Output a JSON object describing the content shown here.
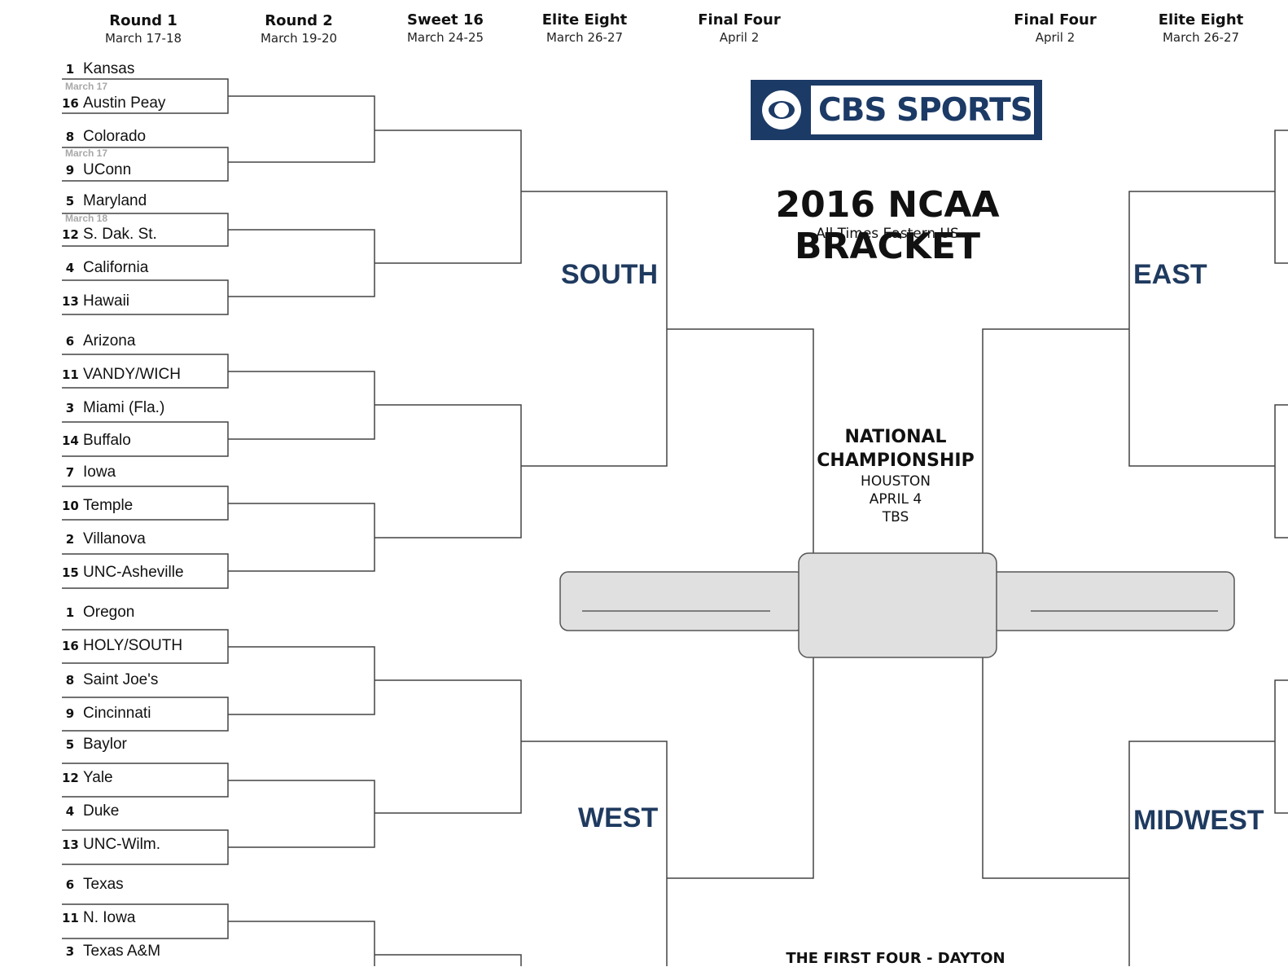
{
  "left_headers": [
    {
      "round": "Round 1",
      "dates": "March 17-18"
    },
    {
      "round": "Round 2",
      "dates": "March 19-20"
    },
    {
      "round": "Sweet 16",
      "dates": "March 24-25"
    },
    {
      "round": "Elite Eight",
      "dates": "March 26-27"
    },
    {
      "round": "Final Four",
      "dates": "April 2"
    }
  ],
  "right_headers": [
    {
      "round": "Final Four",
      "dates": "April 2"
    },
    {
      "round": "Elite Eight",
      "dates": "March 26-27"
    }
  ],
  "brand": {
    "logo_text": "CBS SPORTS"
  },
  "title": "2016 NCAA BRACKET",
  "subtitle": "All Times Eastern US",
  "championship": {
    "line1": "NATIONAL",
    "line2": "CHAMPIONSHIP",
    "city": "HOUSTON",
    "date": "APRIL 4",
    "network": "TBS"
  },
  "regions": {
    "south": "SOUTH",
    "east": "EAST",
    "west": "WEST",
    "midwest": "MIDWEST"
  },
  "date_notes": [
    "March 17",
    "March 17",
    "March 18"
  ],
  "teams": [
    {
      "seed": "1",
      "name": "Kansas"
    },
    {
      "seed": "16",
      "name": "Austin Peay"
    },
    {
      "seed": "8",
      "name": "Colorado"
    },
    {
      "seed": "9",
      "name": "UConn"
    },
    {
      "seed": "5",
      "name": "Maryland"
    },
    {
      "seed": "12",
      "name": "S. Dak. St."
    },
    {
      "seed": "4",
      "name": "California"
    },
    {
      "seed": "13",
      "name": "Hawaii"
    },
    {
      "seed": "6",
      "name": "Arizona"
    },
    {
      "seed": "11",
      "name": "VANDY/WICH"
    },
    {
      "seed": "3",
      "name": "Miami (Fla.)"
    },
    {
      "seed": "14",
      "name": "Buffalo"
    },
    {
      "seed": "7",
      "name": "Iowa"
    },
    {
      "seed": "10",
      "name": "Temple"
    },
    {
      "seed": "2",
      "name": "Villanova"
    },
    {
      "seed": "15",
      "name": "UNC-Asheville"
    },
    {
      "seed": "1",
      "name": "Oregon"
    },
    {
      "seed": "16",
      "name": "HOLY/SOUTH"
    },
    {
      "seed": "8",
      "name": "Saint Joe's"
    },
    {
      "seed": "9",
      "name": "Cincinnati"
    },
    {
      "seed": "5",
      "name": "Baylor"
    },
    {
      "seed": "12",
      "name": "Yale"
    },
    {
      "seed": "4",
      "name": "Duke"
    },
    {
      "seed": "13",
      "name": "UNC-Wilm."
    },
    {
      "seed": "6",
      "name": "Texas"
    },
    {
      "seed": "11",
      "name": "N. Iowa"
    },
    {
      "seed": "3",
      "name": "Texas A&M"
    }
  ],
  "first_four_heading": "THE FIRST FOUR - DAYTON",
  "colors": {
    "navy": "#1c3a66",
    "region_text": "#1f3a5f",
    "line": "#444444",
    "box_fill": "#e0e0e0",
    "note_gray": "#a8a8a8"
  }
}
